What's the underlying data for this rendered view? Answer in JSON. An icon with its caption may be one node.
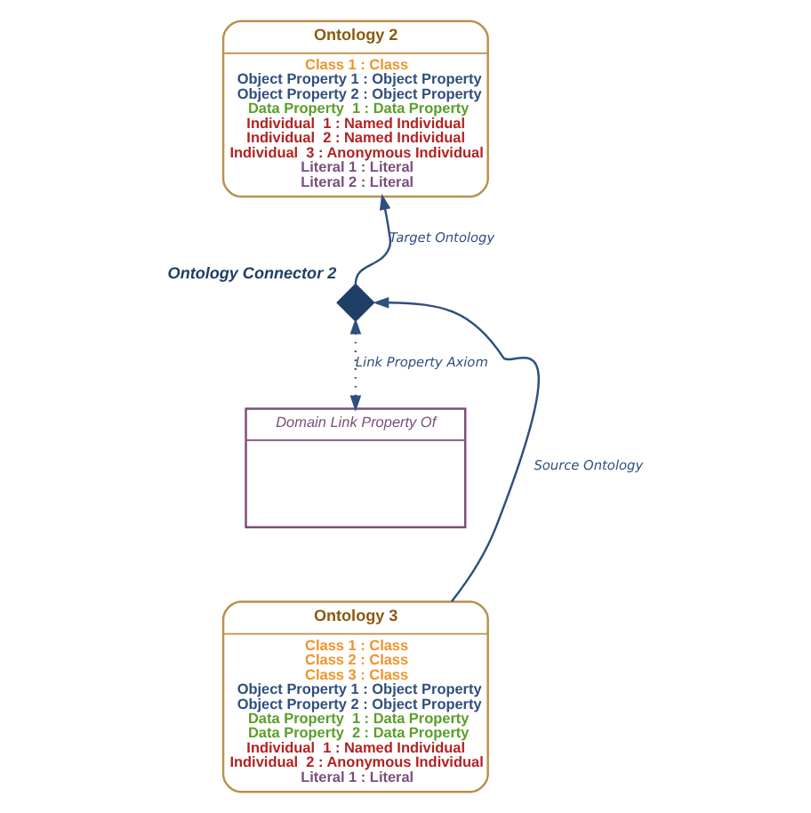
{
  "diagram": {
    "nodes": [
      {
        "text": [
          "Ontology 2",
          "Class 1 : Class",
          "Object Property 1 : Object Property",
          "Object Property 2 : Object Property",
          "Data Property  1 : Data Property",
          "Individual  1 : Named Individual",
          "Individual  2 : Named Individual",
          "Individual  3 : Anonymous Individual",
          "Literal 1 : Literal",
          "Literal 2 : Literal"
        ]
      },
      {
        "text": [
          "Ontology Connector 2"
        ]
      },
      {
        "text": [
          "Domain Link Property Of"
        ]
      },
      {
        "text": [
          "Ontology 3",
          "Class 1 : Class",
          "Class 2 : Class",
          "Class 3 : Class",
          "Object Property 1 : Object Property",
          "Object Property 2 : Object Property",
          "Data Property  1 : Data Property",
          "Data Property  2 : Data Property",
          "Individual  1 : Named Individual",
          "Individual  2 : Anonymous Individual",
          "Literal 1 : Literal"
        ]
      }
    ],
    "edges": [
      {
        "from": 1,
        "to": 0,
        "arrow": "to",
        "label": "Target Ontology"
      },
      {
        "from": 1,
        "to": 2,
        "arrow": "both",
        "label": "Link Property Axiom",
        "style": "dashed"
      },
      {
        "from": 3,
        "to": 1,
        "arrow": "to",
        "label": "Source Ontology"
      }
    ]
  }
}
